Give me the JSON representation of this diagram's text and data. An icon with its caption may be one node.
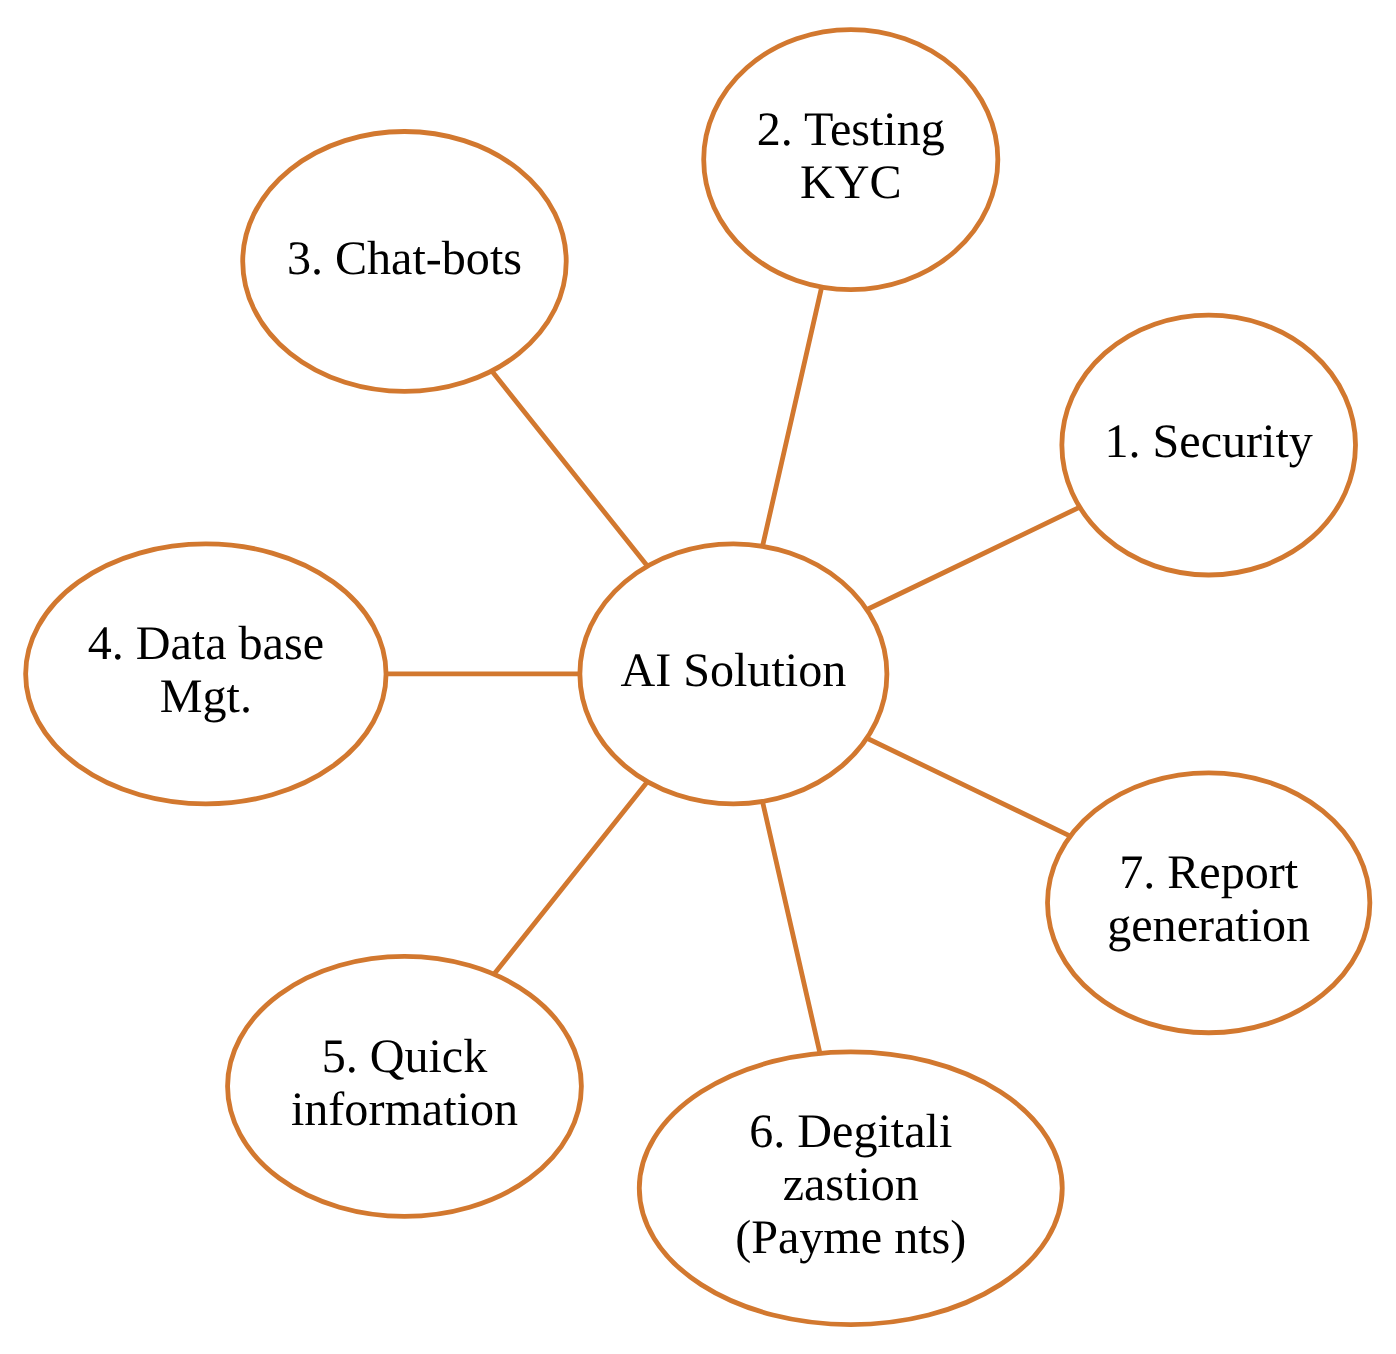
{
  "diagram": {
    "nodes": [
      {
        "text": [
          "AI Solution"
        ]
      },
      {
        "text": [
          "1. Security"
        ]
      },
      {
        "text": [
          "2. Testing KYC"
        ]
      },
      {
        "text": [
          "3. Chat-bots"
        ]
      },
      {
        "text": [
          "4. Data base Mgt."
        ]
      },
      {
        "text": [
          "5. Quick information"
        ]
      },
      {
        "text": [
          "6. Degitali zastion (Payme nts)"
        ]
      },
      {
        "text": [
          "7. Report generation"
        ]
      }
    ],
    "edges": [
      {
        "from": 0,
        "to": 1,
        "arrow": "none"
      },
      {
        "from": 0,
        "to": 2,
        "arrow": "none"
      },
      {
        "from": 0,
        "to": 3,
        "arrow": "none"
      },
      {
        "from": 0,
        "to": 4,
        "arrow": "none"
      },
      {
        "from": 0,
        "to": 5,
        "arrow": "none"
      },
      {
        "from": 0,
        "to": 6,
        "arrow": "none"
      },
      {
        "from": 0,
        "to": 7,
        "arrow": "none"
      }
    ]
  }
}
